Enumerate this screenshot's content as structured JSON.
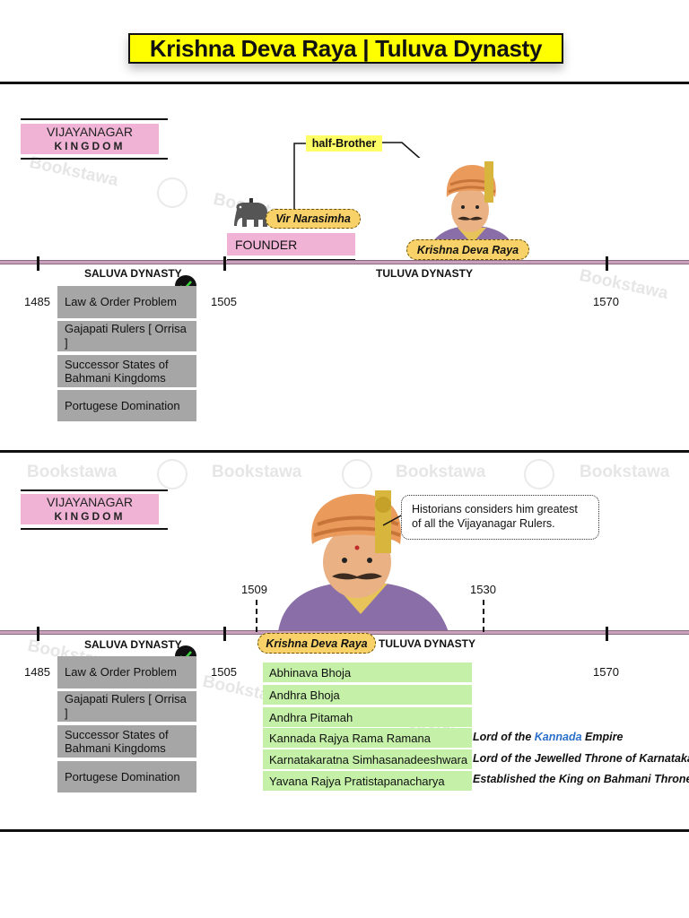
{
  "title": "Krishna Deva Raya | Tuluva Dynasty",
  "watermark": "Bookstawa",
  "colors": {
    "title_bg": "#ffff00",
    "kingdom_bg": "#f0b3d6",
    "timeline": "#c8a0bc",
    "grey_box": "#a6a6a6",
    "green_box": "#c4f0a8",
    "pill_bg": "#f8d268",
    "accent_blue": "#2a6fc9"
  },
  "panel1": {
    "kingdom_line1": "VIJAYANAGAR",
    "kingdom_line2": "KINGDOM",
    "half_brother_label": "half-Brother",
    "vir_narasimha": "Vir Narasimha",
    "founder": "FOUNDER",
    "krishna_label": "Krishna Deva Raya",
    "saluva": "SALUVA DYNASTY",
    "tuluva": "TULUVA DYNASTY",
    "years": {
      "y1485": "1485",
      "y1505": "1505",
      "y1570": "1570"
    },
    "problems": [
      "Law & Order Problem",
      "Gajapati Rulers [ Orrisa ]",
      "Successor States of Bahmani Kingdoms",
      "Portugese Domination"
    ]
  },
  "panel2": {
    "kingdom_line1": "VIJAYANAGAR",
    "kingdom_line2": "KINGDOM",
    "note": "Historians considers him greatest of all the Vijayanagar Rulers.",
    "krishna_label": "Krishna Deva Raya",
    "saluva": "SALUVA DYNASTY",
    "tuluva": "TULUVA DYNASTY",
    "years": {
      "y1485": "1485",
      "y1505": "1505",
      "y1509": "1509",
      "y1530": "1530",
      "y1570": "1570"
    },
    "problems": [
      "Law & Order Problem",
      "Gajapati Rulers [ Orrisa ]",
      "Successor States of Bahmani Kingdoms",
      "Portugese Domination"
    ],
    "titles": [
      "Abhinava Bhoja",
      "Andhra Bhoja",
      "Andhra  Pitamah",
      "Kannada Rajya Rama Ramana",
      "Karnatakaratna Simhasanadeeshwara",
      "Yavana Rajya Pratistapanacharya"
    ],
    "notes": {
      "kannada_pre": "Lord of the",
      "kannada_word": "Kannada",
      "kannada_post": "Empire",
      "karnataka": "Lord of the Jewelled Throne of Karnataka",
      "bahmani": "Established the King on Bahmani Throne"
    }
  }
}
